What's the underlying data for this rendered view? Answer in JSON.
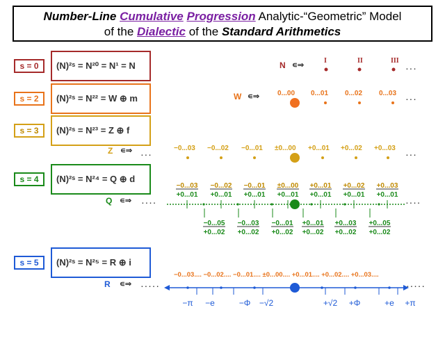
{
  "title": {
    "line1": [
      "Number-Line",
      "Cumulative",
      "Progression",
      "Analytic-“Geometric” Model"
    ],
    "line2": [
      "of the",
      "Dialectic",
      "of the",
      "Standard Arithmetics"
    ]
  },
  "rows": [
    {
      "s_label": "s = 0",
      "formula": "(N)²ˢ = N²⁰ = N¹ = N",
      "color": "#a52a2a"
    },
    {
      "s_label": "s = 2",
      "formula": "(N)²ˢ = N²² = W ⊕ m",
      "color": "#e8731a"
    },
    {
      "s_label": "s = 3",
      "formula": "(N)²ˢ = N²³ = Z ⊕ f",
      "color": "#d4a017"
    },
    {
      "s_label": "s = 4",
      "formula": "(N)²ˢ = N²⁴ = Q ⊕ d",
      "color": "#1a8a1a"
    },
    {
      "s_label": "s = 5",
      "formula": "(N)²ˢ = N²⁵ = R ⊕ i",
      "color": "#1e5ad6"
    }
  ],
  "N_line": {
    "label": "N",
    "symbol": "∊⇒",
    "ticks": [
      "I",
      "II",
      "III"
    ],
    "dots": ". . ."
  },
  "W_line": {
    "label": "W",
    "symbol": "∊⇒",
    "values": [
      "0...00",
      "0...01",
      "0...02",
      "0...03"
    ],
    "dots": ". . ."
  },
  "Z_line": {
    "label": "Z",
    "symbol": "∊⇒",
    "lead": ". . .",
    "values": [
      "−0...03",
      "−0...02",
      "−0...01",
      "±0...00",
      "+0...01",
      "+0...02",
      "+0...03"
    ],
    "dots": ". . ."
  },
  "Q_line": {
    "label": "Q",
    "symbol": "∊⇒",
    "lead": ". . . .",
    "dots": ". . . .",
    "top_num": [
      "−0...03",
      "−0...02",
      "−0...01",
      "±0...00",
      "+0...01",
      "+0...02",
      "+0...03"
    ],
    "top_den": [
      "+0...01",
      "+0...01",
      "+0...01",
      "+0...01",
      "+0...01",
      "+0...01",
      "+0...01"
    ],
    "bot_num": [
      "−0...05",
      "−0...03",
      "−0...01",
      "+0...01",
      "+0...03",
      "+0...05"
    ],
    "bot_den": [
      "+0...02",
      "+0...02",
      "+0...02",
      "+0...02",
      "+0...02",
      "+0...02"
    ]
  },
  "R_line": {
    "label": "R",
    "symbol": "∊⇒",
    "lead": ". . . . .",
    "dots": ". . . . .",
    "top": "−0...03.... −0...02.... −0...01.... ±0...00.... +0...01.... +0...02.... +0...03....",
    "bottom": [
      "−π",
      "−e",
      "−Φ",
      "−√2",
      "+√2",
      "+Φ",
      "+e",
      "+π"
    ]
  },
  "colors": {
    "N": "#a52a2a",
    "W": "#e8731a",
    "Z": "#d4a017",
    "Q": "#1a8a1a",
    "R": "#1e5ad6",
    "title_accent": "#7a1fa2"
  }
}
